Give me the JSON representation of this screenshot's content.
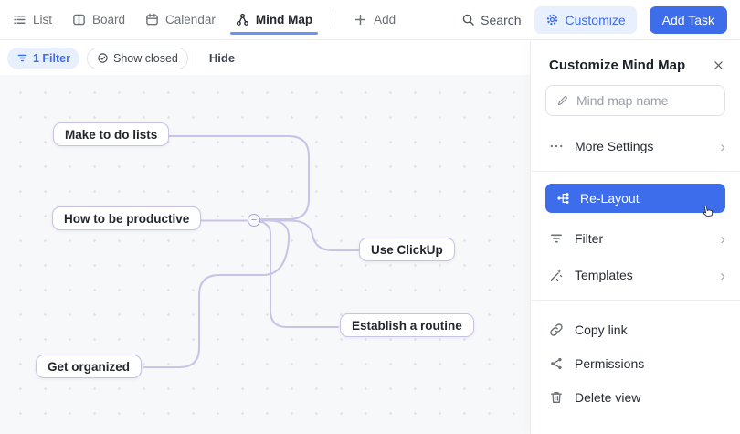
{
  "topbar": {
    "tabs": [
      {
        "label": "List"
      },
      {
        "label": "Board"
      },
      {
        "label": "Calendar"
      },
      {
        "label": "Mind Map"
      }
    ],
    "add_label": "Add",
    "search_label": "Search",
    "customize_label": "Customize",
    "add_task_label": "Add Task"
  },
  "filterbar": {
    "filter_label": "1 Filter",
    "show_closed_label": "Show closed",
    "hide_label": "Hide"
  },
  "mindmap": {
    "collapse_symbol": "−",
    "nodes": [
      {
        "label": "Make to do lists"
      },
      {
        "label": "How to be productive"
      },
      {
        "label": "Use ClickUp"
      },
      {
        "label": "Establish a routine"
      },
      {
        "label": "Get organized"
      }
    ]
  },
  "panel": {
    "title": "Customize Mind Map",
    "name_placeholder": "Mind map name",
    "items": {
      "more_settings": "More Settings",
      "relayout": "Re-Layout",
      "filter": "Filter",
      "templates": "Templates",
      "copy_link": "Copy link",
      "permissions": "Permissions",
      "delete_view": "Delete view"
    }
  },
  "colors": {
    "accent_blue": "#3D6DEB",
    "accent_blue_bg": "#E8F0FD",
    "tab_underline": "#6B93F2",
    "connector": "#C8C3E7",
    "node_border": "#C7C2E6",
    "canvas_bg": "#F7F8FA"
  }
}
